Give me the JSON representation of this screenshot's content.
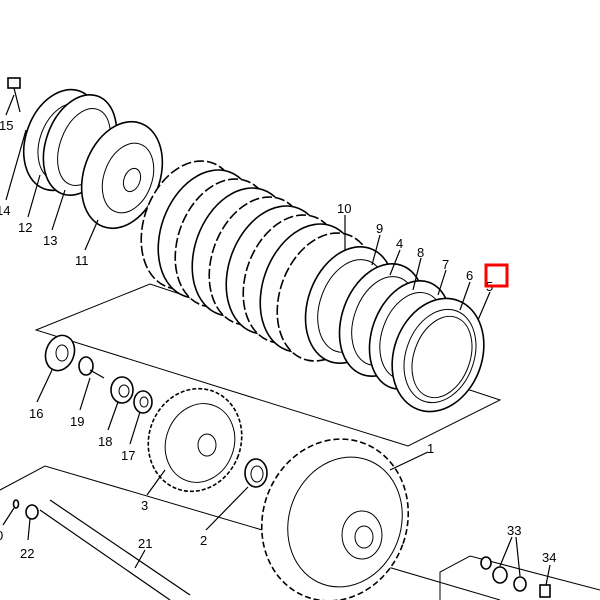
{
  "diagram": {
    "title": "Clutch exploded parts diagram",
    "highlight_color": "#ff0000",
    "labels": {
      "p1": "1",
      "p2": "2",
      "p3": "3",
      "p4": "4",
      "p5": "5",
      "p6": "6",
      "p7": "7",
      "p8": "8",
      "p9": "9",
      "p10": "10",
      "p11": "11",
      "p12": "12",
      "p13": "13",
      "p14": "14",
      "p15": "15",
      "p16": "16",
      "p17": "17",
      "p18": "18",
      "p19": "19",
      "p20": "0",
      "p21": "21",
      "p22": "22",
      "p33": "33",
      "p34": "34"
    }
  }
}
